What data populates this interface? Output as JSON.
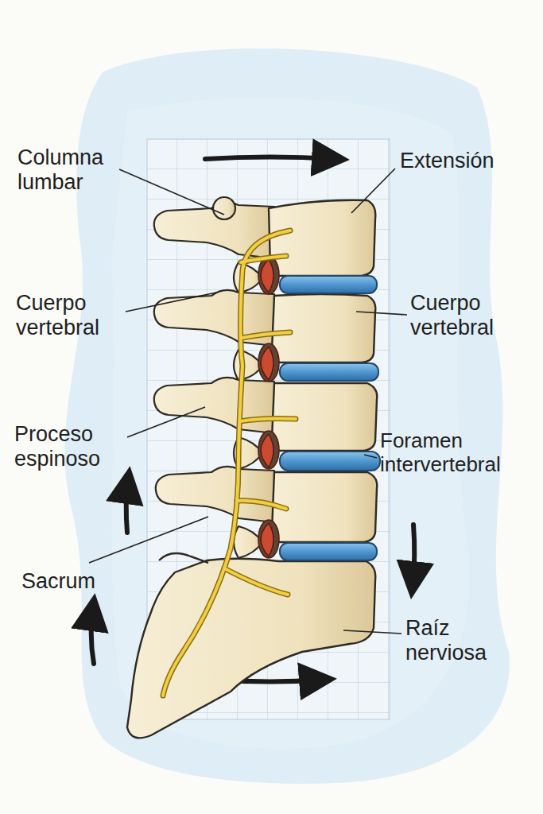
{
  "diagram": {
    "labels": [
      "Columna lumbar",
      "Extensión",
      "Cuerpo vertebral",
      "Cuerpo vertebral",
      "Proceso espinoso",
      "Foramen intervertebral",
      "Sacrum",
      "Raíz nerviosa"
    ]
  }
}
